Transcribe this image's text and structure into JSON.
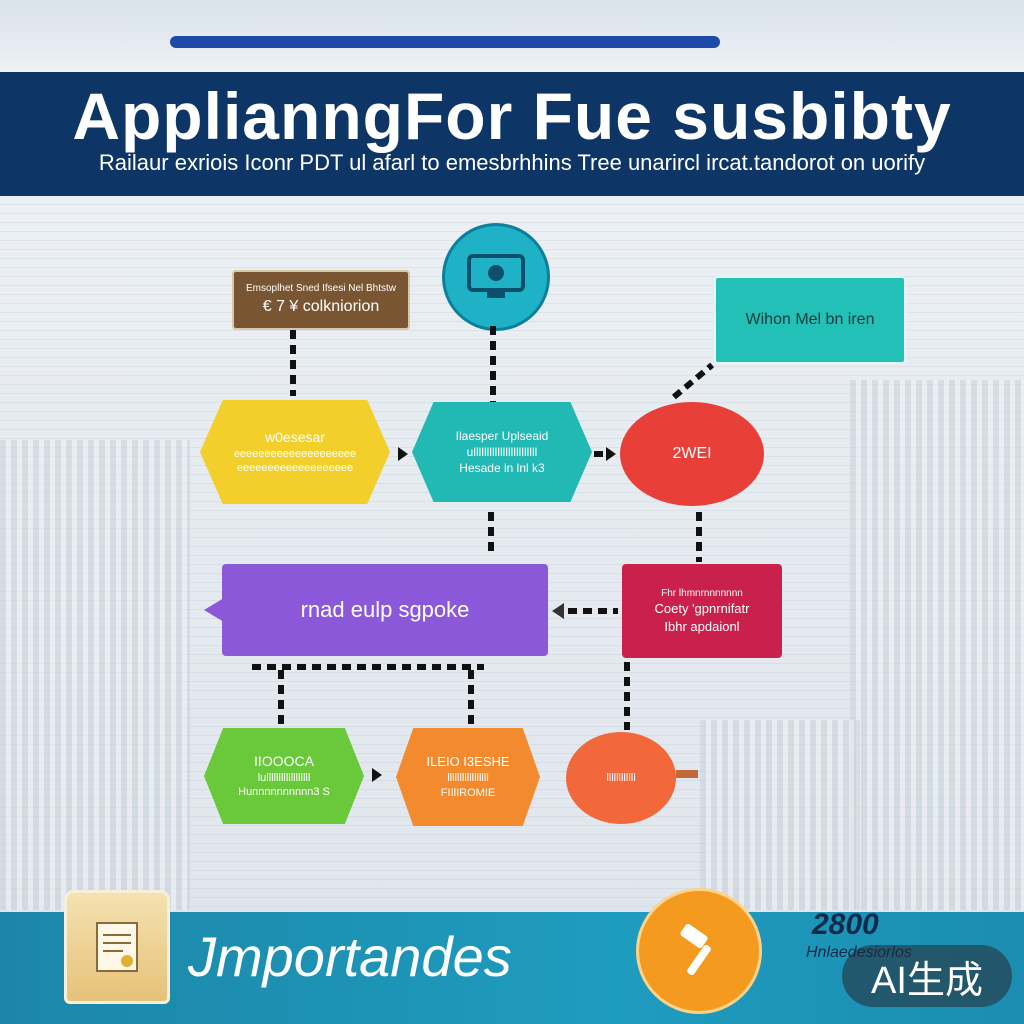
{
  "header": {
    "title": "ApplianngFor Fue  susbibty",
    "subtitle": "Railaur exriois Iconr PDT ul afarl to  emesbrhhins Tree unarircl ircat.tandorot on uorify"
  },
  "nodes": {
    "brown_label": {
      "line1": "Emsoplhet Sned Ifsesi Nel Bhtstw",
      "line2": "€ 7 ¥ colkniorion"
    },
    "teal_callout": "Wihon Mel bn iren",
    "yellow": {
      "line1": "w0esesar",
      "line2": "eeeeeeeeeeeeeeeeeeee",
      "line3": "eeeeeeeeeeeeeeeeeee"
    },
    "teal_hex": {
      "line1": "Ilaesper Uplseaid",
      "line2": "ullllllllllllllllllllllll",
      "line3": "Hesade  ln lnl k3"
    },
    "red_oval": "2WEI",
    "purple": "rnad eulp sgpoke",
    "crimson": {
      "line1": "Fhr lhmnrnnnnnnn",
      "line2": "Coety 'gpnrnifatr",
      "line3": "Ibhr apdaionl"
    },
    "green": {
      "line1": "IIOOOCA",
      "line2": "lullllllllllllllllll",
      "line3": "Hunnnnnnnnnn3 S"
    },
    "orange_hex": {
      "line1": "ILEIO I3ESHE",
      "line2": "lllllllllllllllll",
      "line3": "FIIlIROMIE"
    },
    "orange_oval": "llllllllllll"
  },
  "footer": {
    "title": "Jmportandes",
    "year": "2800",
    "year_sub": "Hnlaedesiorlos",
    "ai_badge": "AI生成"
  },
  "colors": {
    "header_bg": "#0d3566",
    "footer_bg": "#1e9cbf",
    "yellow": "#f3cf2b",
    "teal": "#22b8b4",
    "red": "#e84038",
    "purple": "#8a58d8",
    "crimson": "#c9214b",
    "green": "#69c93a",
    "orange": "#f38b2e",
    "orange_red": "#f2683a"
  }
}
